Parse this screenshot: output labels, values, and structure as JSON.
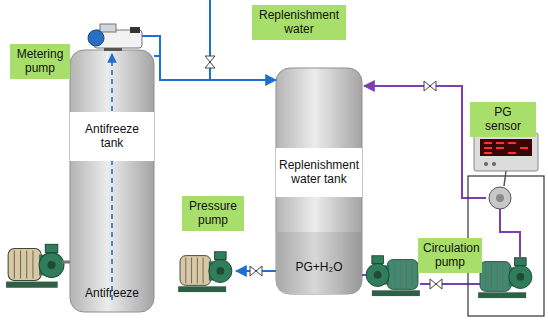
{
  "diagram": {
    "nodes": [
      {
        "text": [
          "Metering pump"
        ]
      },
      {
        "text": [
          "Replenishment water"
        ]
      },
      {
        "text": [
          "Antifreeze tank",
          "Antifreeze"
        ]
      },
      {
        "text": [
          "Pressure pump"
        ]
      },
      {
        "text": [
          "Replenishment water tank",
          "PG+H₂O"
        ]
      },
      {
        "text": [
          "PG sensor"
        ]
      },
      {
        "text": [
          "Circulation pump"
        ]
      }
    ],
    "edges": [
      {
        "from": 2,
        "to": 4,
        "arrow": "to"
      }
    ]
  }
}
